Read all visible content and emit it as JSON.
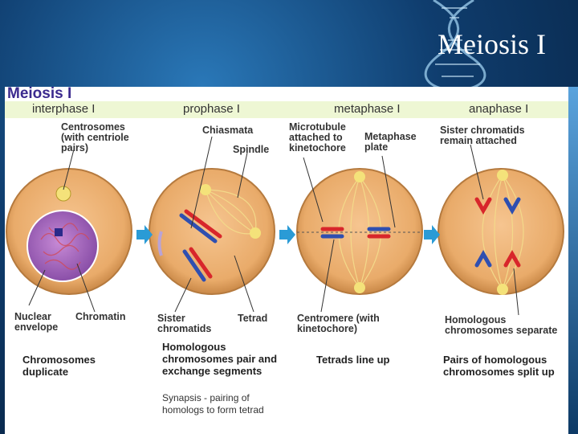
{
  "slide": {
    "title": "Meiosis I"
  },
  "figure": {
    "title": "Meiosis I",
    "phases": [
      "interphase I",
      "prophase I",
      "metaphase I",
      "anaphase I"
    ],
    "labels": {
      "centrosomes": "Centrosomes (with centriole pairs)",
      "chiasmata": "Chiasmata",
      "spindle": "Spindle",
      "microtubule": "Microtubule attached to kinetochore",
      "metaphase_plate": "Metaphase plate",
      "sister_attached": "Sister chromatids remain attached",
      "nuclear_envelope": "Nuclear envelope",
      "chromatin": "Chromatin",
      "sister_chromatids": "Sister chromatids",
      "tetrad": "Tetrad",
      "centromere": "Centromere (with kinetochore)",
      "homologous_separate": "Homologous chromosomes separate"
    },
    "summaries": {
      "interphase": "Chromosomes duplicate",
      "prophase": "Homologous chromosomes pair and exchange segments",
      "metaphase": "Tetrads line up",
      "anaphase": "Pairs of homologous chromosomes split up"
    },
    "note": "Synapsis - pairing of homologs to form tetrad"
  },
  "colors": {
    "cell_fill": "#e9ab6a",
    "nucleus": "#8a4fa8",
    "chromosome_red": "#d8262b",
    "chromosome_blue": "#2f4fb0",
    "arrow": "#2a9bd6",
    "phase_bar": "#eef7d4",
    "panel_title": "#3b2a8e"
  }
}
